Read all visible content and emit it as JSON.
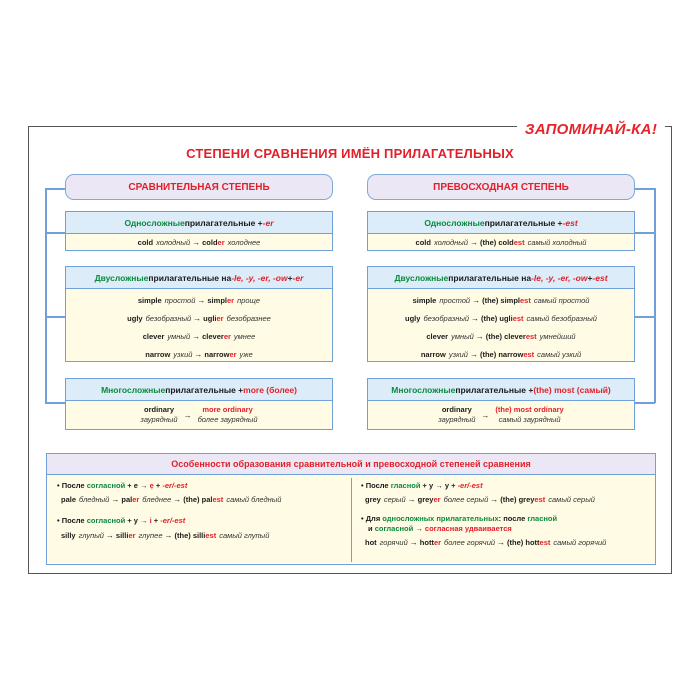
{
  "brand": "ЗАПОМИНАЙ-КА!",
  "title": "СТЕПЕНИ СРАВНЕНИЯ ИМЁН ПРИЛАГАТЕЛЬНЫХ",
  "left_header": "СРАВНИТЕЛЬНАЯ СТЕПЕНЬ",
  "right_header": "ПРЕВОСХОДНАЯ СТЕПЕНЬ",
  "comp": {
    "one": {
      "h1": "Односложные",
      "h2": " прилагательные + ",
      "h3": "-er",
      "rows": [
        [
          "cold",
          "холодный",
          "cold",
          "er",
          "холоднее"
        ]
      ]
    },
    "two": {
      "h1": "Двусложные",
      "h2": " прилагательные на ",
      "h3": "-le, -y, -er, -ow",
      "h4": " + ",
      "h5": "-er",
      "rows": [
        [
          "simple",
          "простой",
          "simpl",
          "er",
          "проще"
        ],
        [
          "ugly",
          "безобразный",
          "ugli",
          "er",
          "безобразнее"
        ],
        [
          "clever",
          "умный",
          "clever",
          "er",
          "умнее"
        ],
        [
          "narrow",
          "узкий",
          "narrow",
          "er",
          "уже"
        ]
      ]
    },
    "multi": {
      "h1": "Многосложные",
      "h2": " прилагательные + ",
      "h3": "more (более)",
      "w1": "ordinary",
      "t1": "заурядный",
      "w2": "more ordinary",
      "t2": "более заурядный"
    }
  },
  "sup": {
    "one": {
      "h1": "Односложные",
      "h2": " прилагательные + ",
      "h3": "-est",
      "rows": [
        [
          "cold",
          "холодный",
          "(the) cold",
          "est",
          "самый холодный"
        ]
      ]
    },
    "two": {
      "h1": "Двусложные",
      "h2": " прилагательные на ",
      "h3": "-le, -y, -er, -ow",
      "h4": " + ",
      "h5": "-est",
      "rows": [
        [
          "simple",
          "простой",
          "(the) simpl",
          "est",
          "самый простой"
        ],
        [
          "ugly",
          "безобразный",
          "(the) ugli",
          "est",
          "самый безобразный"
        ],
        [
          "clever",
          "умный",
          "(the) clever",
          "est",
          "умнейший"
        ],
        [
          "narrow",
          "узкий",
          "(the) narrow",
          "est",
          "самый узкий"
        ]
      ]
    },
    "multi": {
      "h1": "Многосложные",
      "h2": " прилагательные + ",
      "h3": "(the) most (самый)",
      "w1": "ordinary",
      "t1": "заурядный",
      "w2": "(the) most ordinary",
      "t2": "самый заурядный"
    }
  },
  "bottom": {
    "title": "Особенности образования сравнительной и превосходной степеней сравнения",
    "r1a": "После ",
    "r1b": "согласной",
    "r1c": " + e → ",
    "r1d": "ẹ",
    "r1e": " + ",
    "r1f": "-er/-est",
    "r1ex": [
      "pale",
      "бледный",
      "pal",
      "er",
      "бледнее",
      "(the) pal",
      "est",
      "самый бледный"
    ],
    "r2a": "После ",
    "r2b": "согласной",
    "r2c": " + y → ",
    "r2d": "i",
    "r2e": " + ",
    "r2f": "-er/-est",
    "r2ex": [
      "silly",
      "глупый",
      "silli",
      "er",
      "глупее",
      "(the) silli",
      "est",
      "самый глупый"
    ],
    "r3a": "После ",
    "r3b": "гласной",
    "r3c": " + y → y + ",
    "r3d": "-er/-est",
    "r3ex": [
      "grey",
      "серый",
      "grey",
      "er",
      "более серый",
      "(the) grey",
      "est",
      "самый серый"
    ],
    "r4a": "Для ",
    "r4b": "односложных прилагательных",
    "r4c": ": после ",
    "r4d": "гласной",
    "r4e": "и ",
    "r4f": "согласной",
    "r4g": " → ",
    "r4h": "согласная удваивается",
    "r4ex": [
      "hot",
      "горячий",
      "hott",
      "er",
      "более горячий",
      "(the) hott",
      "est",
      "самый горячий"
    ]
  }
}
